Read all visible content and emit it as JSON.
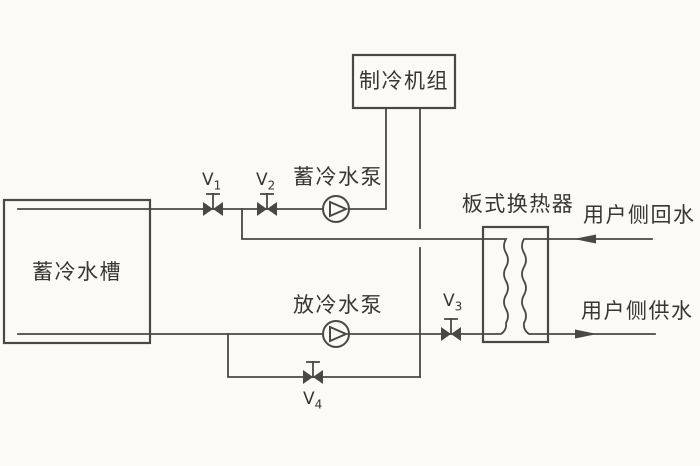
{
  "components": {
    "chiller": {
      "label": "制冷机组"
    },
    "tank": {
      "label": "蓄冷水槽"
    },
    "storage_pump": {
      "label": "蓄冷水泵"
    },
    "discharge_pump": {
      "label": "放冷水泵"
    },
    "heat_exchanger": {
      "label": "板式换热器"
    },
    "return_water": {
      "label": "用户侧回水"
    },
    "supply_water": {
      "label": "用户侧供水"
    }
  },
  "valves": [
    {
      "letter": "V",
      "subscript": "1"
    },
    {
      "letter": "V",
      "subscript": "2"
    },
    {
      "letter": "V",
      "subscript": "3"
    },
    {
      "letter": "V",
      "subscript": "4"
    }
  ],
  "colors": {
    "line": "#4a4845",
    "text": "#383633",
    "background": "#fbfaf7"
  }
}
